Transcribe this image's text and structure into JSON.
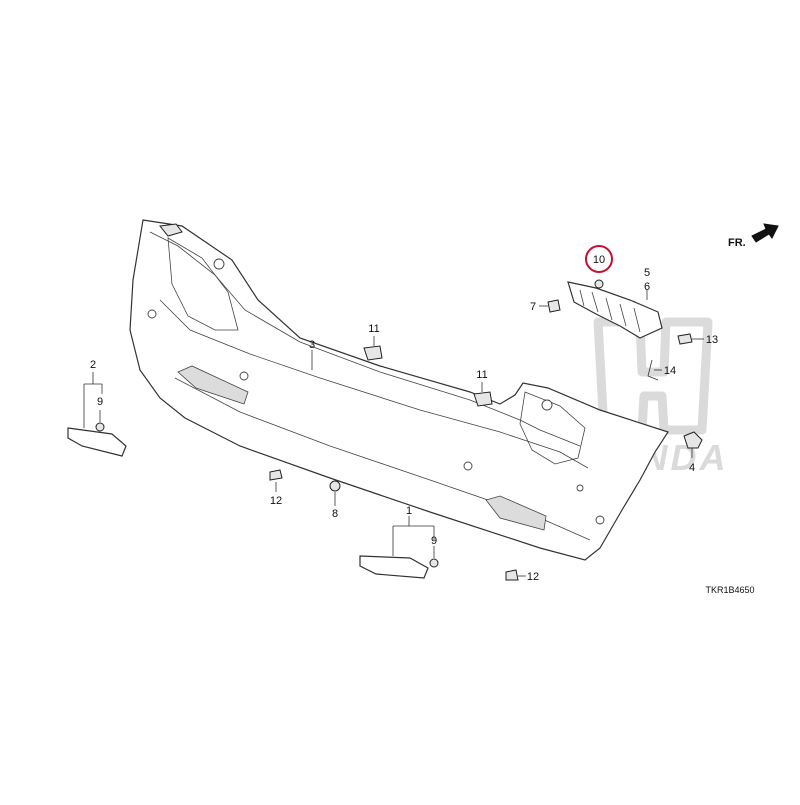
{
  "diagram": {
    "direction_label": "FR.",
    "diagram_code": "TKR1B4650",
    "watermark_text": "HONDA",
    "colors": {
      "highlight": "#c8102e",
      "line": "#333333",
      "watermark": "#bdbdbd"
    },
    "callouts": {
      "c1": "1",
      "c2": "2",
      "c3": "3",
      "c4": "4",
      "c5": "5",
      "c6": "6",
      "c7": "7",
      "c8": "8",
      "c9a": "9",
      "c9b": "9",
      "c10": "10",
      "c11a": "11",
      "c11b": "11",
      "c12a": "12",
      "c12b": "12",
      "c13": "13",
      "c14": "14"
    }
  }
}
